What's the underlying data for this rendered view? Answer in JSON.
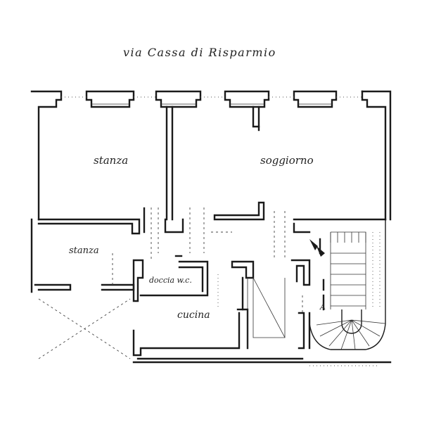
{
  "header": {
    "street": "via Cassa di Risparmio"
  },
  "rooms": {
    "stanza": "stanza",
    "soggiorno": "soggiorno",
    "stanza_small": "stanza",
    "doccia_wc": "doccia w.c.",
    "cucina": "cucina"
  },
  "stair": {
    "up_marker": "A"
  }
}
